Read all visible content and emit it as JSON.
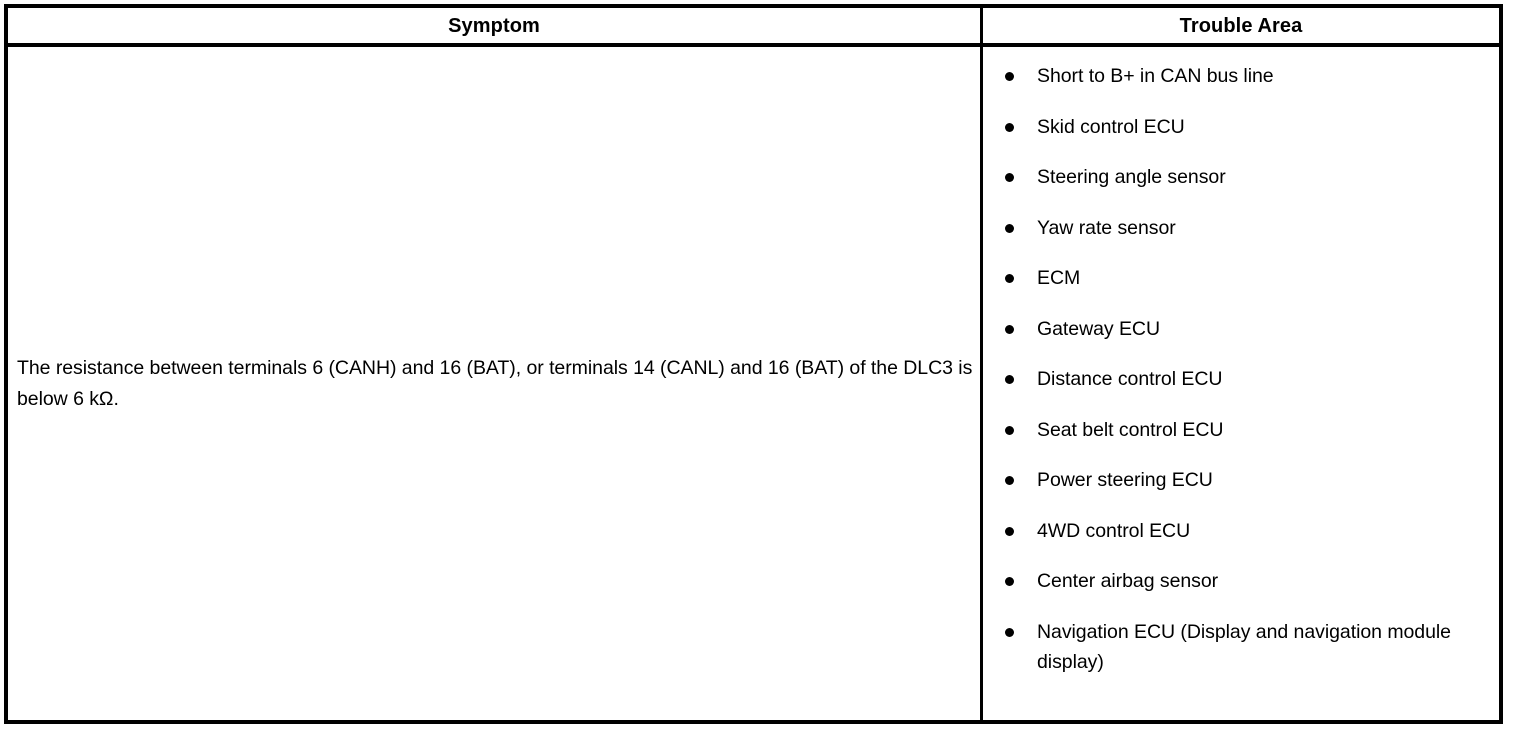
{
  "table": {
    "columns": [
      {
        "key": "symptom",
        "header": "Symptom"
      },
      {
        "key": "trouble_area",
        "header": "Trouble Area"
      }
    ],
    "row": {
      "symptom": "The resistance between terminals 6 (CANH) and 16 (BAT), or terminals 14 (CANL) and 16 (BAT) of the DLC3 is below 6 kΩ.",
      "trouble_area": [
        "Short to B+ in CAN bus line",
        "Skid control ECU",
        "Steering angle sensor",
        "Yaw rate sensor",
        "ECM",
        "Gateway ECU",
        "Distance control ECU",
        "Seat belt control ECU",
        "Power steering ECU",
        "4WD control ECU",
        "Center airbag sensor",
        "Navigation ECU (Display and navigation module display)"
      ]
    }
  },
  "style": {
    "text_color": "#000000",
    "background_color": "#ffffff",
    "border_color": "#000000",
    "bullet_glyph": "●"
  }
}
